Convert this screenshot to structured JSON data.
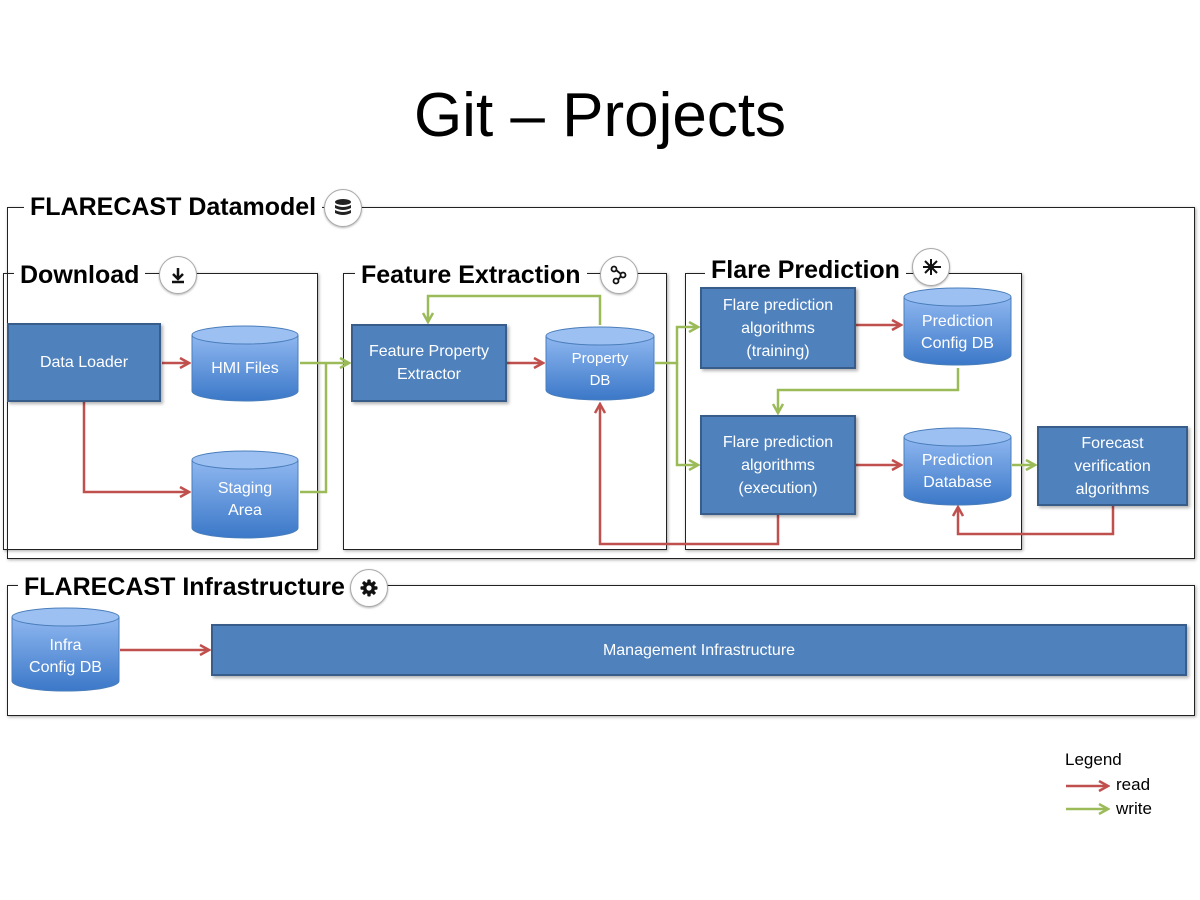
{
  "title": "Git – Projects",
  "groups": {
    "datamodel": {
      "label": "FLARECAST Datamodel",
      "icon": "database-icon"
    },
    "download": {
      "label": "Download",
      "icon": "download-icon"
    },
    "feature_extraction": {
      "label": "Feature Extraction",
      "icon": "graph-nodes-icon"
    },
    "flare_prediction": {
      "label": "Flare Prediction",
      "icon": "flare-burst-icon"
    },
    "infrastructure": {
      "label": "FLARECAST Infrastructure",
      "icon": "gear-icon"
    }
  },
  "nodes": {
    "data_loader": "Data Loader",
    "hmi_files": "HMI Files",
    "staging_area": "Staging\nArea",
    "feature_property_extractor": "Feature Property\nExtractor",
    "property_db": "Property\nDB",
    "flare_training": "Flare prediction\nalgorithms\n(training)",
    "prediction_config_db": "Prediction\nConfig DB",
    "flare_execution": "Flare prediction\nalgorithms\n(execution)",
    "prediction_database": "Prediction\nDatabase",
    "forecast_verification": "Forecast\nverification\nalgorithms",
    "infra_config_db": "Infra\nConfig DB",
    "management_infrastructure": "Management Infrastructure"
  },
  "edges": [
    {
      "from": "data_loader",
      "to": "hmi_files",
      "type": "read"
    },
    {
      "from": "data_loader",
      "to": "staging_area",
      "type": "read"
    },
    {
      "from": "hmi_files",
      "to": "feature_property_extractor",
      "type": "write"
    },
    {
      "from": "staging_area",
      "to": "feature_property_extractor",
      "type": "write"
    },
    {
      "from": "feature_property_extractor",
      "to": "property_db",
      "type": "read"
    },
    {
      "from": "property_db",
      "to": "feature_property_extractor",
      "type": "write"
    },
    {
      "from": "property_db",
      "to": "flare_training",
      "type": "write"
    },
    {
      "from": "property_db",
      "to": "flare_execution",
      "type": "write"
    },
    {
      "from": "flare_training",
      "to": "prediction_config_db",
      "type": "read"
    },
    {
      "from": "prediction_config_db",
      "to": "flare_execution",
      "type": "write"
    },
    {
      "from": "flare_execution",
      "to": "prediction_database",
      "type": "read"
    },
    {
      "from": "flare_execution",
      "to": "property_db",
      "type": "read"
    },
    {
      "from": "prediction_database",
      "to": "forecast_verification",
      "type": "write"
    },
    {
      "from": "forecast_verification",
      "to": "prediction_database",
      "type": "read"
    },
    {
      "from": "infra_config_db",
      "to": "management_infrastructure",
      "type": "read"
    }
  ],
  "legend": {
    "title": "Legend",
    "items": [
      {
        "label": "read",
        "color": "#c0504d"
      },
      {
        "label": "write",
        "color": "#9bbb59"
      }
    ]
  },
  "colors": {
    "box_fill": "#4f81bd",
    "box_border": "#385d8a",
    "read": "#c0504d",
    "write": "#9bbb59"
  }
}
